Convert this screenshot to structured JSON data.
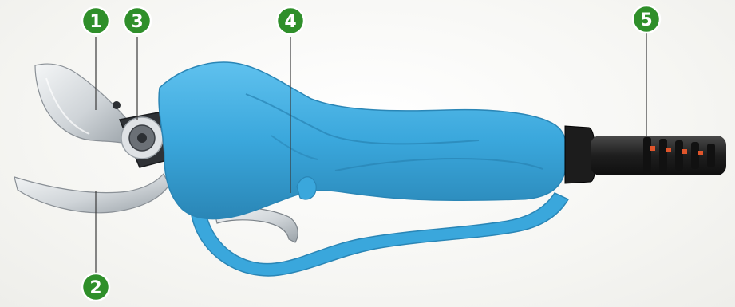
{
  "callouts": [
    {
      "id": "1",
      "label": "1"
    },
    {
      "id": "2",
      "label": "2"
    },
    {
      "id": "3",
      "label": "3"
    },
    {
      "id": "4",
      "label": "4"
    },
    {
      "id": "5",
      "label": "5"
    }
  ],
  "colors": {
    "callout_fill": "#2f8f2a",
    "callout_ring": "#ffffff",
    "leader_line": "#3a3a3a",
    "body_blue": "#3aa7dc",
    "body_blue_dark": "#2a86b6",
    "blade_silver": "#d9dde0",
    "hinge_dark": "#3a3d42",
    "cable_black": "#222222",
    "cable_orange": "#e0552b"
  },
  "icons": {
    "tool": "electric-pruning-shears"
  }
}
